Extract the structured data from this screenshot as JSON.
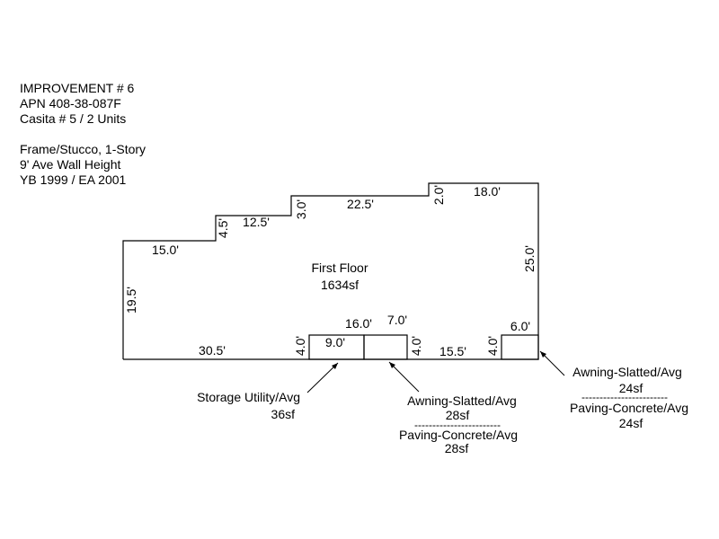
{
  "info": {
    "line1": "IMPROVEMENT # 6",
    "line2": "APN 408-38-087F",
    "line3": "Casita # 5 / 2 Units",
    "line4": "Frame/Stucco, 1-Story",
    "line5": "9' Ave Wall Height",
    "line6": "YB 1999 / EA 2001"
  },
  "floor": {
    "name": "First Floor",
    "area": "1634sf"
  },
  "dims": {
    "d_19_5": "19.5'",
    "d_15_0": "15.0'",
    "d_4_5": "4.5'",
    "d_12_5": "12.5'",
    "d_3_0": "3.0'",
    "d_22_5": "22.5'",
    "d_2_0": "2.0'",
    "d_18_0": "18.0'",
    "d_25_0": "25.0'",
    "d_30_5": "30.5'",
    "d_4_0_a": "4.0'",
    "d_9_0": "9.0'",
    "d_16_0": "16.0'",
    "d_7_0": "7.0'",
    "d_4_0_b": "4.0'",
    "d_15_5": "15.5'",
    "d_4_0_c": "4.0'",
    "d_6_0": "6.0'"
  },
  "callouts": {
    "storage": {
      "name": "Storage Utility/Avg",
      "area": "36sf"
    },
    "awning_mid": {
      "name": "Awning-Slatted/Avg",
      "area": "28sf",
      "divider": "------------------------",
      "paving": "Paving-Concrete/Avg",
      "paving_area": "28sf"
    },
    "awning_right": {
      "name": "Awning-Slatted/Avg",
      "area": "24sf",
      "divider": "------------------------",
      "paving": "Paving-Concrete/Avg",
      "paving_area": "24sf"
    }
  }
}
